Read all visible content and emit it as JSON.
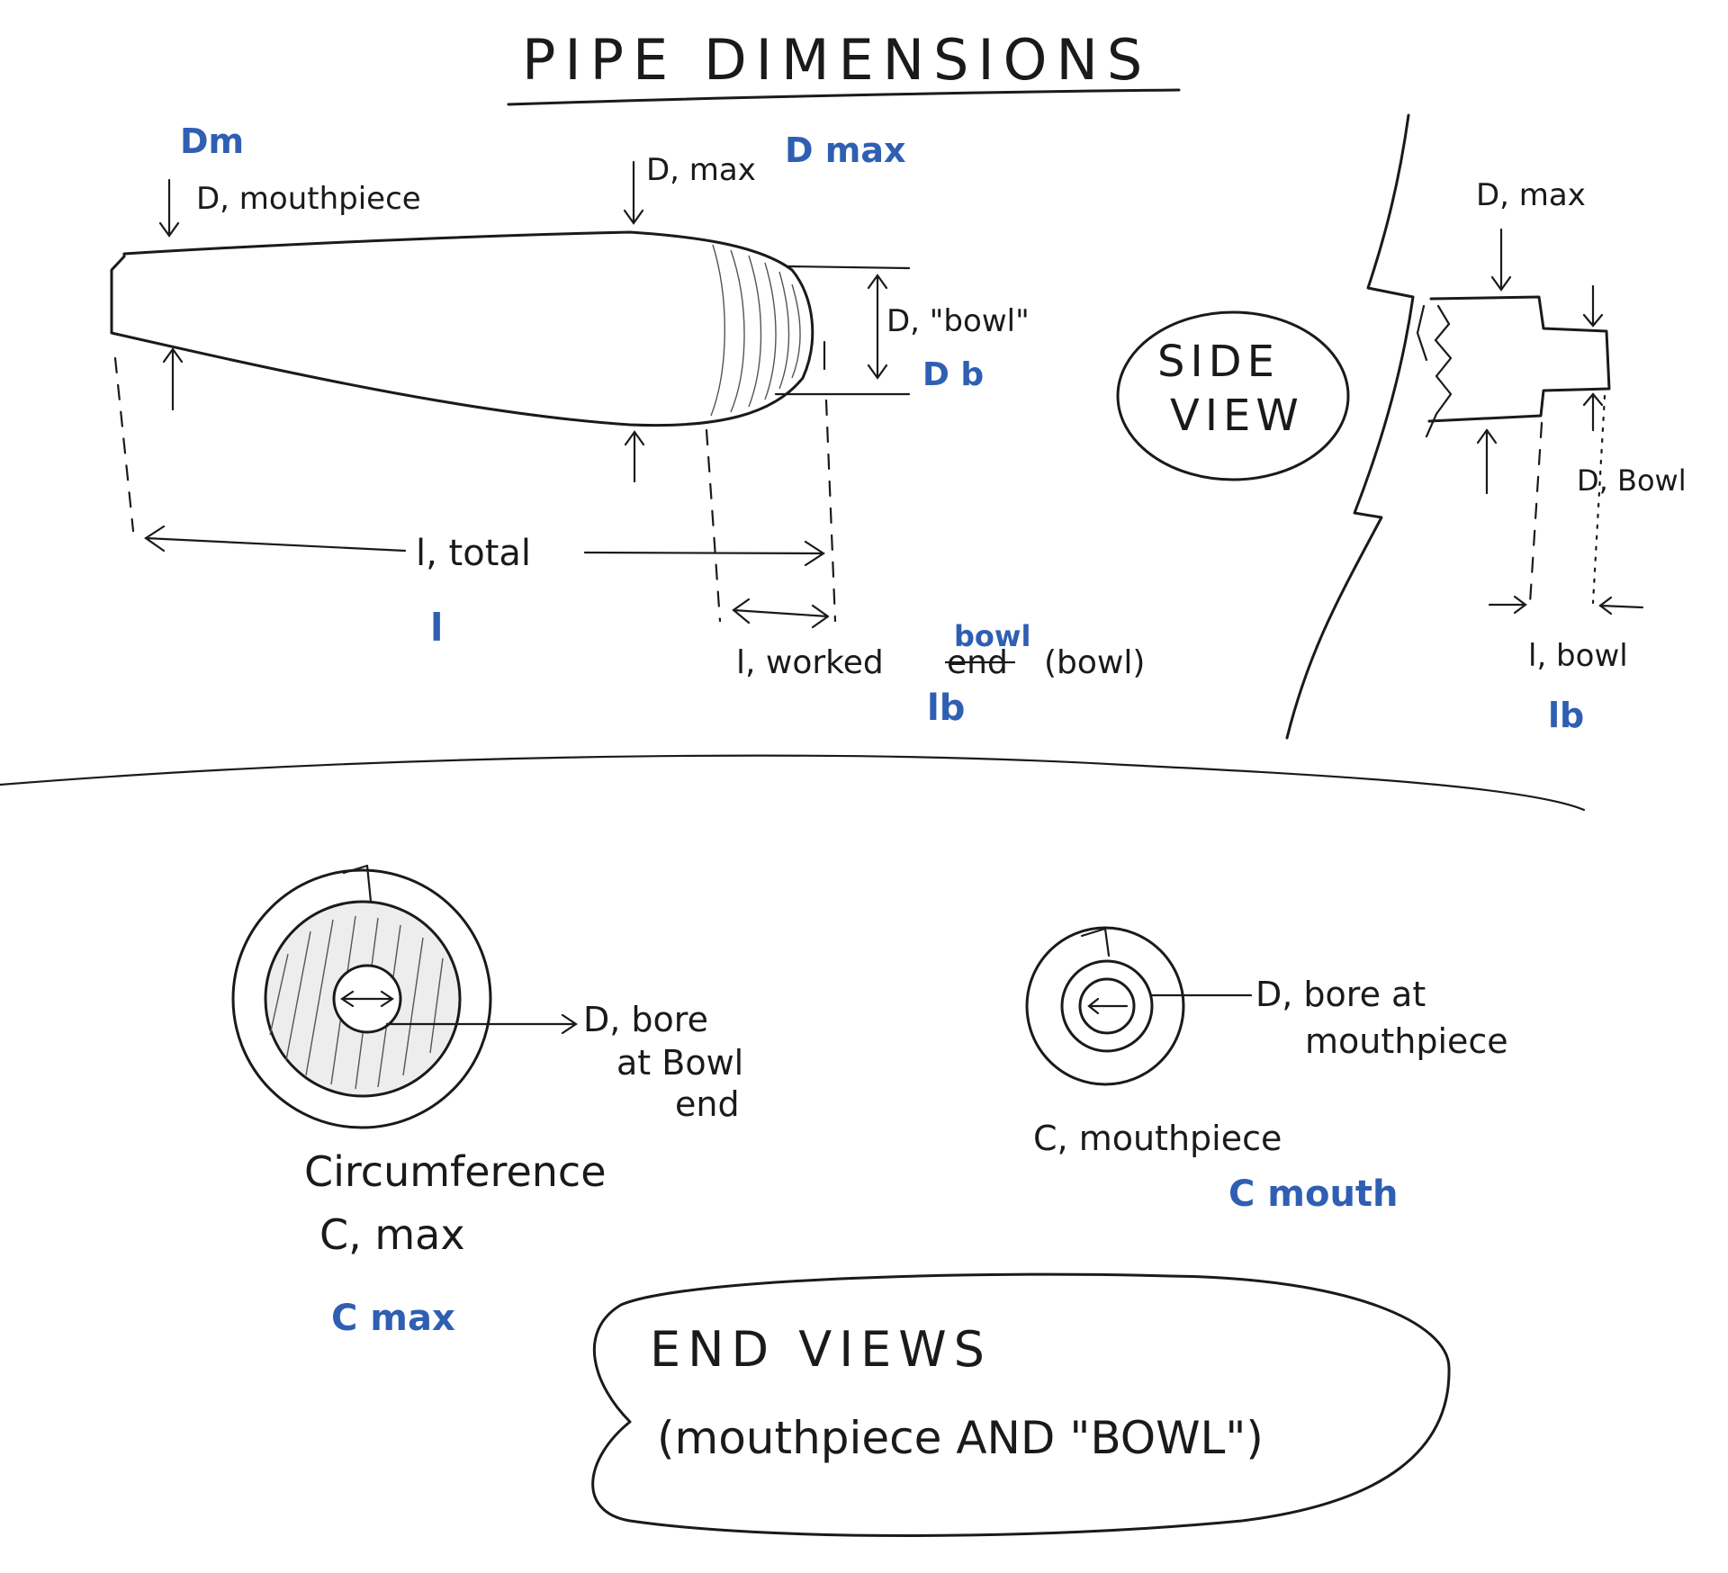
{
  "title": "PIPE DIMENSIONS",
  "top_view": {
    "d_mouthpiece": "D, mouthpiece",
    "dm": "Dm",
    "d_max": "D, max",
    "d_max_blue": "D max",
    "d_bowl": "D, \"bowl\"",
    "db": "D b",
    "l_total": "l, total",
    "l_blue": "l",
    "l_worked_prefix": "l, worked",
    "l_worked_struck": "end",
    "l_worked_insert": "bowl",
    "l_worked_suffix": "(bowl)",
    "lb": "lb"
  },
  "side_view": {
    "caption_line1": "SIDE",
    "caption_line2": "VIEW",
    "d_max": "D, max",
    "d_bowl": "D, Bowl",
    "l_bowl": "l, bowl",
    "lb": "lb"
  },
  "end_views": {
    "bore_bowl_line1": "D, bore",
    "bore_bowl_line2": "at Bowl",
    "bore_bowl_line3": "end",
    "circ_line1": "Circumference",
    "circ_line2": "C, max",
    "cmax": "C max",
    "bore_mouth_line1": "D, bore at",
    "bore_mouth_line2": "mouthpiece",
    "c_mouth": "C, mouthpiece",
    "cmouth_blue": "C mouth",
    "caption_line1": "END VIEWS",
    "caption_line2": "(mouthpiece AND \"BOWL\")"
  }
}
